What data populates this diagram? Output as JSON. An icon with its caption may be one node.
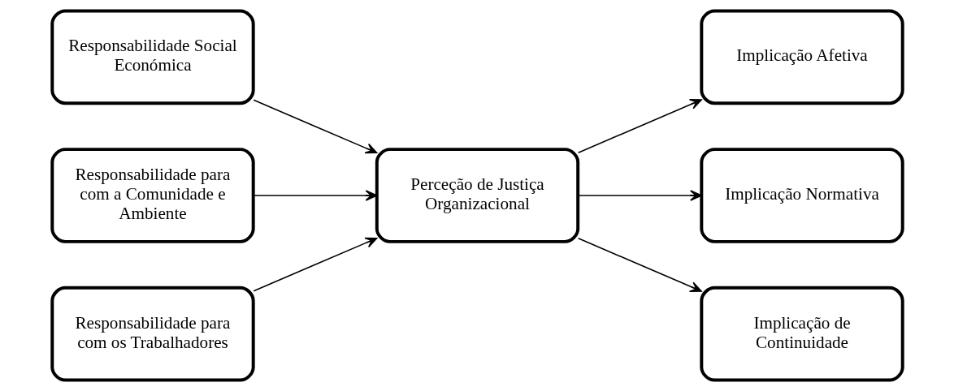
{
  "diagram": {
    "nodes": [
      {
        "text": [
          "Responsabilidade Social Económica"
        ]
      },
      {
        "text": [
          "Responsabilidade para com a Comunidade e Ambiente"
        ]
      },
      {
        "text": [
          "Responsabilidade para com os Trabalhadores"
        ]
      },
      {
        "text": [
          "Perceção de Justiça Organizacional"
        ]
      },
      {
        "text": [
          "Implicação Afetiva"
        ]
      },
      {
        "text": [
          "Implicação Normativa"
        ]
      },
      {
        "text": [
          "Implicação de Continuidade"
        ]
      }
    ],
    "edges": [
      {
        "from": 0,
        "to": 3,
        "arrow": "to"
      },
      {
        "from": 1,
        "to": 3,
        "arrow": "to"
      },
      {
        "from": 2,
        "to": 3,
        "arrow": "to"
      },
      {
        "from": 3,
        "to": 4,
        "arrow": "to"
      },
      {
        "from": 3,
        "to": 5,
        "arrow": "to"
      },
      {
        "from": 3,
        "to": 6,
        "arrow": "to"
      }
    ]
  }
}
